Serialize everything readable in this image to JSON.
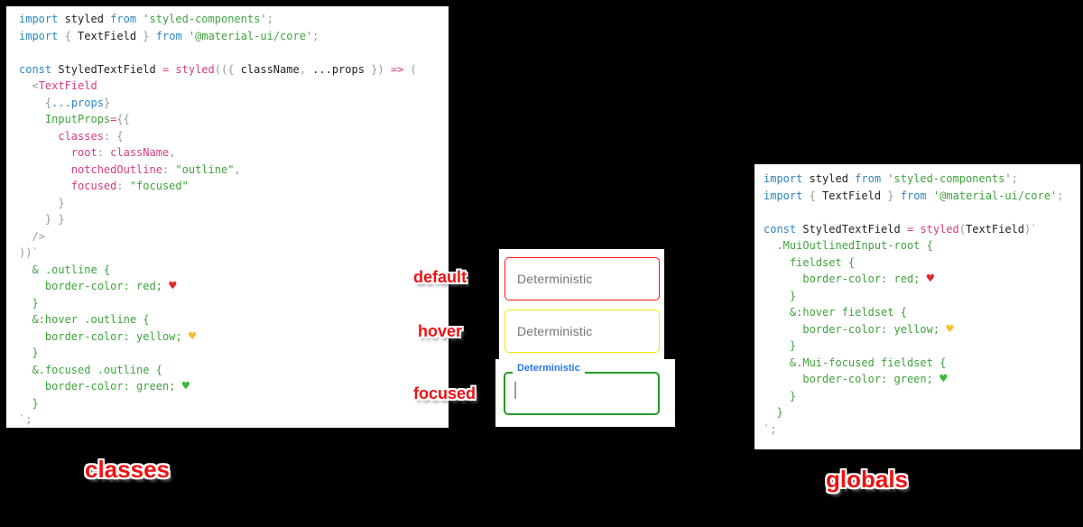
{
  "palette": {
    "bg-black": "#000000",
    "panel-white": "#ffffff",
    "code-keyword": "#2e86c1",
    "code-text": "#222222",
    "code-string": "#3fa33c",
    "code-magenta": "#d93d7d",
    "code-gray": "#9a9a9a",
    "heart-red": "#e02828",
    "heart-yellow": "#f2c233",
    "heart-green": "#3cb83c",
    "field-red": "#ff1313",
    "field-yellow": "#f6e800",
    "field-green": "#259b25",
    "focus-label-blue": "#2677f0",
    "placeholder-gray": "#757575",
    "cursor-gray": "#9e9e9e",
    "state-label-red": "#ee1212"
  },
  "captions": {
    "left": "classes",
    "right": "globals"
  },
  "fields": {
    "default": {
      "label": "default",
      "placeholder": "Deterministic"
    },
    "hover": {
      "label": "hover",
      "placeholder": "Deterministic"
    },
    "focused": {
      "label": "focused",
      "field_label": "Deterministic"
    }
  },
  "left_code": {
    "lines": [
      [
        [
          "k",
          "import"
        ],
        [
          "p",
          " styled "
        ],
        [
          "k",
          "from"
        ],
        [
          "s",
          " 'styled-components'"
        ],
        [
          "g",
          ";"
        ]
      ],
      [
        [
          "k",
          "import"
        ],
        [
          "g",
          " { "
        ],
        [
          "p",
          "TextField"
        ],
        [
          "g",
          " } "
        ],
        [
          "k",
          "from"
        ],
        [
          "s",
          " '@material-ui/core'"
        ],
        [
          "g",
          ";"
        ]
      ],
      [],
      [
        [
          "k",
          "const"
        ],
        [
          "p",
          " StyledTextField "
        ],
        [
          "m",
          "= "
        ],
        [
          "m",
          "styled"
        ],
        [
          "g",
          "(({ "
        ],
        [
          "p",
          "className"
        ],
        [
          "g",
          ", "
        ],
        [
          "p",
          "...props"
        ],
        [
          "g",
          " })"
        ],
        [
          "m",
          " =>"
        ],
        [
          "g",
          " ("
        ]
      ],
      [
        [
          "p",
          "  "
        ],
        [
          "g",
          "<"
        ],
        [
          "m",
          "TextField"
        ]
      ],
      [
        [
          "p",
          "    "
        ],
        [
          "g",
          "{"
        ],
        [
          "k",
          "...props"
        ],
        [
          "g",
          "}"
        ]
      ],
      [
        [
          "p",
          "    "
        ],
        [
          "s",
          "InputProps"
        ],
        [
          "m",
          "="
        ],
        [
          "g",
          "{{"
        ]
      ],
      [
        [
          "p",
          "      "
        ],
        [
          "m",
          "classes"
        ],
        [
          "g",
          ": {"
        ]
      ],
      [
        [
          "p",
          "        "
        ],
        [
          "m",
          "root"
        ],
        [
          "g",
          ": "
        ],
        [
          "m",
          "className"
        ],
        [
          "g",
          ","
        ]
      ],
      [
        [
          "p",
          "        "
        ],
        [
          "m",
          "notchedOutline"
        ],
        [
          "g",
          ": "
        ],
        [
          "s",
          "\"outline\""
        ],
        [
          "g",
          ","
        ]
      ],
      [
        [
          "p",
          "        "
        ],
        [
          "m",
          "focused"
        ],
        [
          "g",
          ": "
        ],
        [
          "s",
          "\"focused\""
        ]
      ],
      [
        [
          "g",
          "      }"
        ]
      ],
      [
        [
          "g",
          "    } }"
        ]
      ],
      [
        [
          "g",
          "  />"
        ]
      ],
      [
        [
          "g",
          "))`"
        ]
      ],
      [
        [
          "c",
          "  & .outline {"
        ]
      ],
      [
        [
          "c",
          "    border-color: red; "
        ],
        [
          "hr",
          "♥",
          "red-heart-icon"
        ]
      ],
      [
        [
          "c",
          "  }"
        ]
      ],
      [
        [
          "c",
          "  &:hover .outline {"
        ]
      ],
      [
        [
          "c",
          "    border-color: yellow; "
        ],
        [
          "hy",
          "♥",
          "yellow-heart-icon"
        ]
      ],
      [
        [
          "c",
          "  }"
        ]
      ],
      [
        [
          "c",
          "  &.focused .outline {"
        ]
      ],
      [
        [
          "c",
          "    border-color: green; "
        ],
        [
          "hg",
          "♥",
          "green-heart-icon"
        ]
      ],
      [
        [
          "c",
          "  }"
        ]
      ],
      [
        [
          "g",
          "`;"
        ]
      ]
    ]
  },
  "right_code": {
    "lines": [
      [
        [
          "k",
          "import"
        ],
        [
          "p",
          " styled "
        ],
        [
          "k",
          "from"
        ],
        [
          "s",
          " 'styled-components'"
        ],
        [
          "g",
          ";"
        ]
      ],
      [
        [
          "k",
          "import"
        ],
        [
          "g",
          " { "
        ],
        [
          "p",
          "TextField"
        ],
        [
          "g",
          " } "
        ],
        [
          "k",
          "from"
        ],
        [
          "s",
          " '@material-ui/core'"
        ],
        [
          "g",
          ";"
        ]
      ],
      [],
      [
        [
          "k",
          "const"
        ],
        [
          "p",
          " StyledTextField "
        ],
        [
          "m",
          "= "
        ],
        [
          "m",
          "styled"
        ],
        [
          "g",
          "("
        ],
        [
          "p",
          "TextField"
        ],
        [
          "g",
          ")`"
        ]
      ],
      [
        [
          "c",
          "  .MuiOutlinedInput-root {"
        ]
      ],
      [
        [
          "c",
          "    fieldset {"
        ]
      ],
      [
        [
          "c",
          "      border-color: red; "
        ],
        [
          "hr",
          "♥",
          "red-heart-icon"
        ]
      ],
      [
        [
          "c",
          "    }"
        ]
      ],
      [
        [
          "c",
          "    &:hover fieldset {"
        ]
      ],
      [
        [
          "c",
          "      border-color: yellow; "
        ],
        [
          "hy",
          "♥",
          "yellow-heart-icon"
        ]
      ],
      [
        [
          "c",
          "    }"
        ]
      ],
      [
        [
          "c",
          "    &.Mui-focused fieldset {"
        ]
      ],
      [
        [
          "c",
          "      border-color: green; "
        ],
        [
          "hg",
          "♥",
          "green-heart-icon"
        ]
      ],
      [
        [
          "c",
          "    }"
        ]
      ],
      [
        [
          "c",
          "  }"
        ]
      ],
      [
        [
          "g",
          "`;"
        ]
      ]
    ]
  }
}
